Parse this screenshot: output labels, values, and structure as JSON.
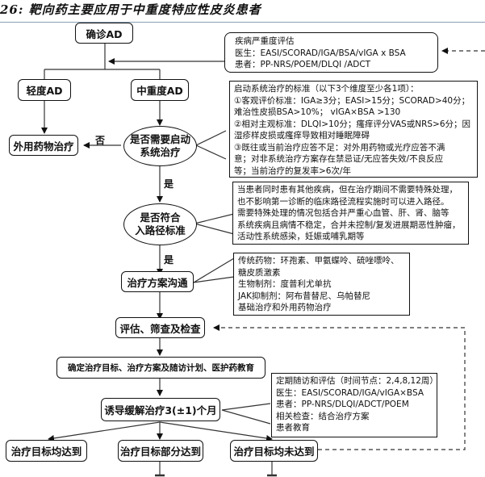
{
  "title": "26: 靶向药主要应用于中重度特应性皮炎患者",
  "nodes": {
    "confirm_ad": "确诊AD",
    "mild_ad": "轻度AD",
    "moderate_severe_ad": "中重度AD",
    "topical_treatment": "外用药物治疗",
    "need_systemic": "是否需要启动系统治疗",
    "need_systemic_line1": "是否需要启动",
    "need_systemic_line2": "系统治疗",
    "meet_pathway_line1": "是否符合",
    "meet_pathway_line2": "入路径标准",
    "treatment_communication": "治疗方案沟通",
    "assess_screen_exam": "评估、筛查及检查",
    "define_goals": "确定治疗目标、治疗方案及随访计划、医护药教育",
    "induction_remission": "诱导缓解治疗3(±1)个月",
    "goals_all_met": "治疗目标均达到",
    "goals_partially_met": "治疗目标部分达到",
    "goals_not_met": "治疗目标均未达到"
  },
  "edge_labels": {
    "no": "否",
    "yes1": "是",
    "yes2": "是"
  },
  "notes": {
    "severity_assessment": [
      "疾病严重度评估",
      "医生：EASI/SCORAD/IGA/BSA/vIGA x BSA",
      "患者：PP-NRS/POEM/DLQI /ADCT"
    ],
    "systemic_criteria": [
      "启动系统治疗的标准（以下3个维度至少各1项）：",
      "①客观评价标准：IGA≥3分；EASI>15分；SCORAD>40分；",
      "难治性皮损BSA>10%； vIGA×BSA >130",
      "②相对主观标准：DLQI>10分；瘙痒评分VAS或NRS>6分；因",
      "湿疹样皮损或瘙痒导致相对睡眠障碍",
      "③既往或当前治疗应答不足：对外用药物或光疗应答不满",
      "意；对非系统治疗方案存在禁忌证/无应答失效/不良反应",
      "等；当前治疗的复发率>6次/年"
    ],
    "pathway_criteria": [
      "当患者同时患有其他疾病，但在治疗期间不需要特殊处理，",
      "也不影响第一诊断的临床路径流程实施时可以进入路径。",
      "需要特殊处理的情况包括合并严重心血管、肝、肾、脑等",
      "系统疾病且病情不稳定，合并未控制/复发进展期恶性肿瘤，",
      "活动性系统感染，妊娠或哺乳期等"
    ],
    "treatment_options": [
      "传统药物：环孢素、甲氨蝶呤、硫唑嘌呤、",
      "糖皮质激素",
      "生物制剂：度普利尤单抗",
      "JAK抑制剂：阿布昔替尼、乌帕替尼",
      "基础治疗和外用药物治疗"
    ],
    "follow_up": [
      "定期随访和评估（时间节点：2,4,8,12周）",
      "医生：EASI/SCORAD/IGA/vIGA×BSA",
      "患者：PP-NRS/DLQI/ADCT/POEM",
      "相关检查：结合治疗方案",
      "患者教育"
    ]
  }
}
